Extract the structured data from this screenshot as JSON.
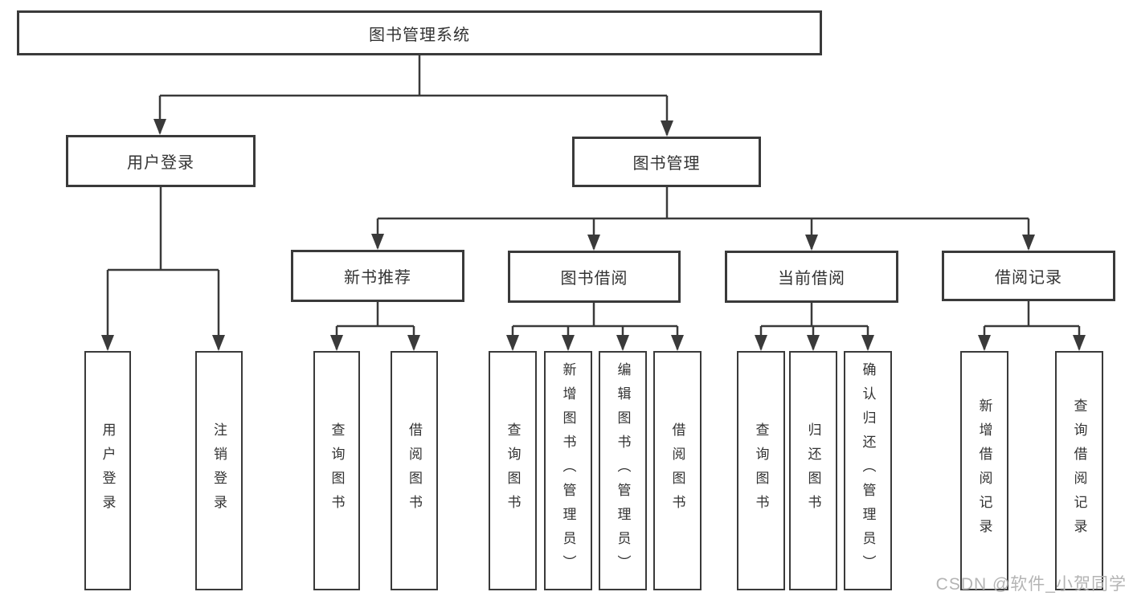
{
  "diagram": {
    "root": {
      "label": "图书管理系统"
    },
    "branches": [
      {
        "label": "用户登录",
        "children": [
          {
            "label": "用户登录"
          },
          {
            "label": "注销登录"
          }
        ]
      },
      {
        "label": "图书管理",
        "children": [
          {
            "label": "新书推荐",
            "children": [
              {
                "label": "查询图书"
              },
              {
                "label": "借阅图书"
              }
            ]
          },
          {
            "label": "图书借阅",
            "children": [
              {
                "label": "查询图书"
              },
              {
                "label": "新增图书（管理员）"
              },
              {
                "label": "编辑图书（管理员）"
              },
              {
                "label": "借阅图书"
              }
            ]
          },
          {
            "label": "当前借阅",
            "children": [
              {
                "label": "查询图书"
              },
              {
                "label": "归还图书"
              },
              {
                "label": "确认归还（管理员）"
              }
            ]
          },
          {
            "label": "借阅记录",
            "children": [
              {
                "label": "新增借阅记录"
              },
              {
                "label": "查询借阅记录"
              }
            ]
          }
        ]
      }
    ]
  },
  "watermark": {
    "text": "CSDN @软件_小贺同学"
  },
  "colors": {
    "line": "#3a3a3a",
    "text": "#333333",
    "watermark": "#b4b4b4",
    "background": "#ffffff"
  }
}
